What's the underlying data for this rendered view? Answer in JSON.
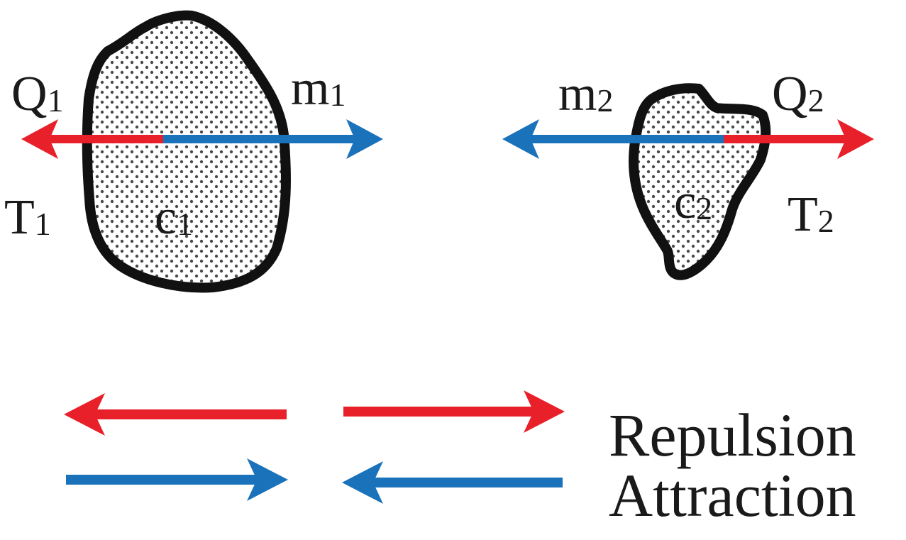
{
  "colors": {
    "repulsion": "#e8202a",
    "attraction": "#1a72bb",
    "outline": "#111111",
    "text": "#1a1a1a"
  },
  "body1": {
    "charge": {
      "base": "Q",
      "sub": "1"
    },
    "mass": {
      "base": "m",
      "sub": "1"
    },
    "temperature": {
      "base": "T",
      "sub": "1"
    },
    "center": {
      "base": "c",
      "sub": "1"
    }
  },
  "body2": {
    "charge": {
      "base": "Q",
      "sub": "2"
    },
    "mass": {
      "base": "m",
      "sub": "2"
    },
    "temperature": {
      "base": "T",
      "sub": "2"
    },
    "center": {
      "base": "c",
      "sub": "2"
    }
  },
  "legend": {
    "repulsion_label": "Repulsion",
    "attraction_label": "Attraction"
  }
}
